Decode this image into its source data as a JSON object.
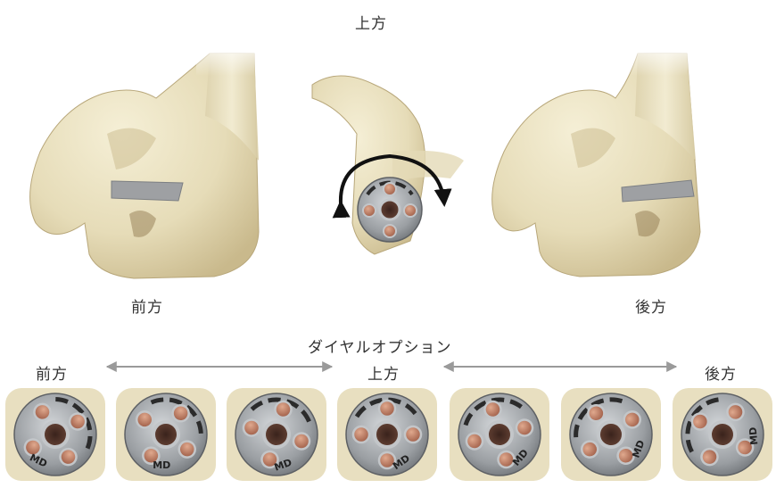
{
  "labels": {
    "superior_top": "上方",
    "anterior_view": "前方",
    "posterior_view": "後方",
    "dial_options": "ダイヤルオプション",
    "dial_anterior": "前方",
    "dial_superior": "上方",
    "dial_posterior": "後方"
  },
  "implant_marking": "MD",
  "colors": {
    "bone": "#e8dfc0",
    "bone_shadow": "#c9b98c",
    "metal": "#8c8f93",
    "metal_light": "#c3c6c9",
    "peg": "#c98a6e",
    "center_hole": "#4a3028",
    "arrow_gray": "#9a9a9a",
    "arrow_black": "#111111"
  },
  "dial_positions": [
    {
      "marking_rotation_deg": 60
    },
    {
      "marking_rotation_deg": 35
    },
    {
      "marking_rotation_deg": 15
    },
    {
      "marking_rotation_deg": 0
    },
    {
      "marking_rotation_deg": -15
    },
    {
      "marking_rotation_deg": -35
    },
    {
      "marking_rotation_deg": -60
    }
  ]
}
